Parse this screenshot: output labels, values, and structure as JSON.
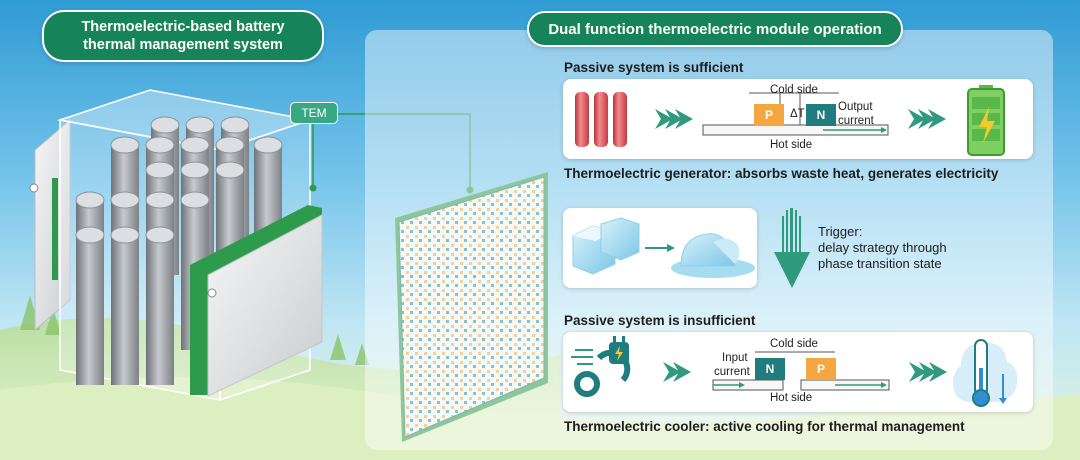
{
  "left_title": {
    "line1": "Thermoelectric-based battery",
    "line2": "thermal management system"
  },
  "tem_label": "TEM",
  "right_title": "Dual function thermoelectric module operation",
  "generator": {
    "heading": "Passive system is sufficient",
    "cold_side": "Cold side",
    "hot_side": "Hot side",
    "delta_t": "ΔT",
    "p": "P",
    "n": "N",
    "output_current_1": "Output",
    "output_current_2": "current",
    "caption": "Thermoelectric generator: absorbs waste heat, generates electricity"
  },
  "trigger": {
    "line1": "Trigger:",
    "line2": "delay strategy through",
    "line3": "phase transition state"
  },
  "cooler": {
    "heading": "Passive system is insufficient",
    "cold_side": "Cold side",
    "hot_side": "Hot side",
    "input_current_1": "Input",
    "input_current_2": "current",
    "n": "N",
    "p": "P",
    "caption": "Thermoelectric cooler: active cooling for thermal management"
  },
  "colors": {
    "accent_green": "#17835a",
    "p_type": "#f4a640",
    "n_type": "#1f7c7f",
    "battery_red": "#d94b4b",
    "battery_green": "#5ab84a",
    "cell_gray": "#9a9ea3"
  },
  "icons": [
    "battery-cells-icon",
    "charged-battery-icon",
    "ice-cube-icon",
    "melting-ice-icon",
    "power-plug-icon",
    "thermometer-icon",
    "chevron-arrow-icon",
    "down-arrow-icon"
  ]
}
